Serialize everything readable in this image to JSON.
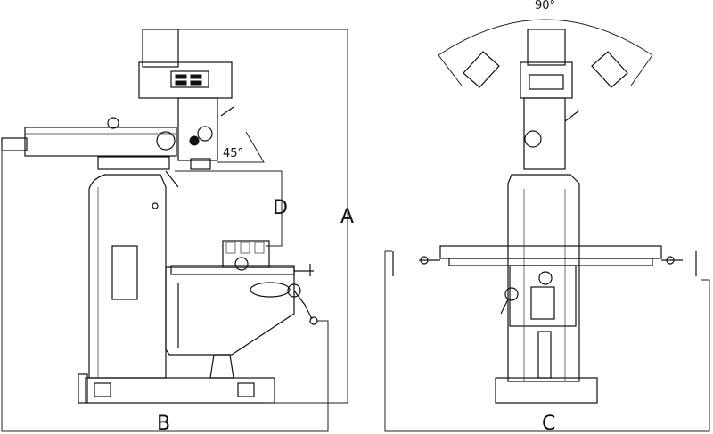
{
  "labels": {
    "dim_a": "A",
    "dim_b": "B",
    "dim_c": "C",
    "dim_d": "D",
    "tilt_angle": "45°",
    "swivel_angle": "90°"
  },
  "views": {
    "side_view": "side-elevation",
    "front_view": "front-elevation"
  }
}
